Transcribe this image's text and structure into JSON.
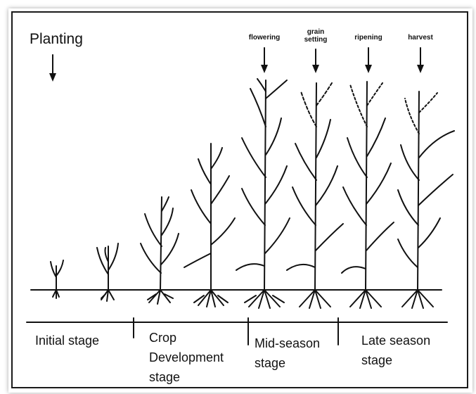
{
  "top_labels": {
    "planting": "Planting",
    "flowering": "flowering",
    "grain_setting": "grain setting",
    "ripening": "ripening",
    "harvest": "harvest"
  },
  "stages": {
    "initial": "Initial stage",
    "crop_development": "Crop Development stage",
    "mid_season": "Mid-season stage",
    "late_season": "Late season stage"
  }
}
